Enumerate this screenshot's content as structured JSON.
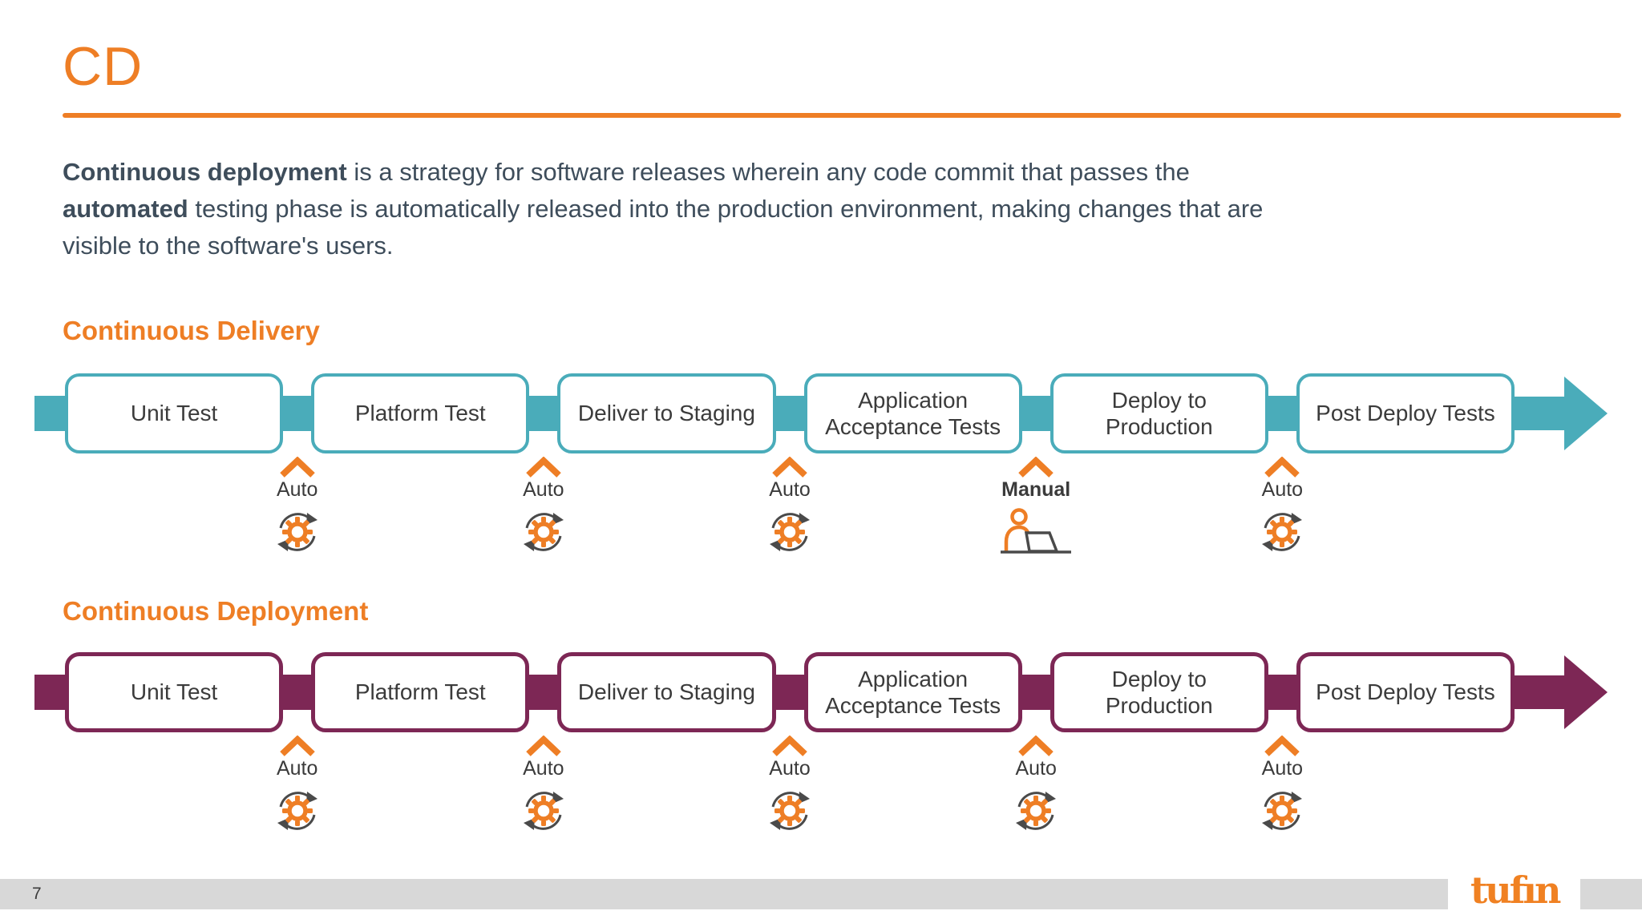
{
  "slide": {
    "title": "CD",
    "page_number": "7",
    "brand": "tufın"
  },
  "intro": {
    "lines": [
      [
        {
          "bold": true,
          "text": "Continuous deployment"
        },
        {
          "bold": false,
          "text": " is a strategy for software releases wherein any code commit that passes the"
        }
      ],
      [
        {
          "bold": true,
          "text": "automated"
        },
        {
          "bold": false,
          "text": " testing phase is automatically released into the production environment, making changes that are"
        }
      ],
      [
        {
          "bold": false,
          "text": "visible to the software's users."
        }
      ]
    ]
  },
  "pipelines": [
    {
      "heading": "Continuous Delivery",
      "theme_color": "#4AACBA",
      "stages": [
        "Unit Test",
        "Platform Test",
        "Deliver to Staging",
        "Application Acceptance Tests",
        "Deploy to Production",
        "Post Deploy Tests"
      ],
      "gates": [
        {
          "label": "Auto",
          "icon": "sync-gear-icon",
          "emphasis": false
        },
        {
          "label": "Auto",
          "icon": "sync-gear-icon",
          "emphasis": false
        },
        {
          "label": "Auto",
          "icon": "sync-gear-icon",
          "emphasis": false
        },
        {
          "label": "Manual",
          "icon": "person-laptop-icon",
          "emphasis": true
        },
        {
          "label": "Auto",
          "icon": "sync-gear-icon",
          "emphasis": false
        }
      ]
    },
    {
      "heading": "Continuous Deployment",
      "theme_color": "#7D2755",
      "stages": [
        "Unit Test",
        "Platform Test",
        "Deliver to Staging",
        "Application Acceptance Tests",
        "Deploy to Production",
        "Post Deploy Tests"
      ],
      "gates": [
        {
          "label": "Auto",
          "icon": "sync-gear-icon",
          "emphasis": false
        },
        {
          "label": "Auto",
          "icon": "sync-gear-icon",
          "emphasis": false
        },
        {
          "label": "Auto",
          "icon": "sync-gear-icon",
          "emphasis": false
        },
        {
          "label": "Auto",
          "icon": "sync-gear-icon",
          "emphasis": false
        },
        {
          "label": "Auto",
          "icon": "sync-gear-icon",
          "emphasis": false
        }
      ]
    }
  ],
  "colors": {
    "accent_orange": "#EE7E25",
    "teal": "#4AACBA",
    "plum": "#7D2755",
    "body_text": "#3E4D5B",
    "stage_text": "#3B3B3B",
    "icon_gray": "#4A4A4A",
    "footer_gray": "#D8D8D8",
    "logo_orange": "#F08122"
  }
}
